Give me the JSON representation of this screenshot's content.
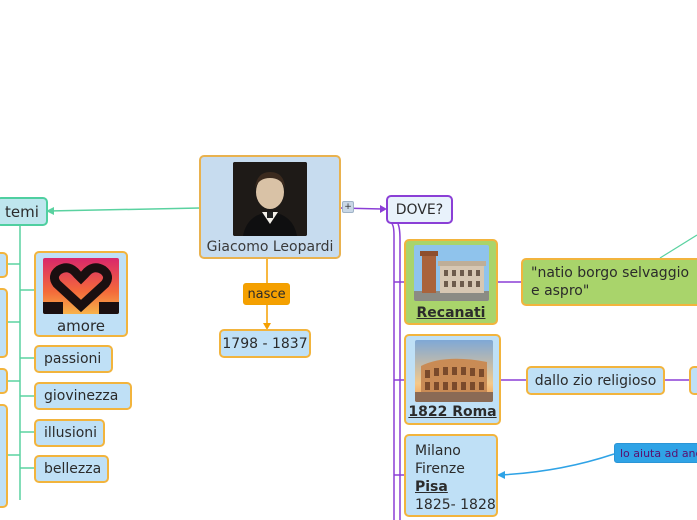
{
  "center": {
    "label": "Giacomo Leopardi"
  },
  "birth": {
    "link_label": "nasce",
    "dates": "1798 - 1837"
  },
  "temi": {
    "label": "temi",
    "items": [
      "amore",
      "passioni",
      "giovinezza",
      "illusioni",
      "bellezza"
    ]
  },
  "dove": {
    "label": "DOVE?",
    "recanati": {
      "label": "Recanati",
      "quote": "\"natio borgo selvaggio e aspro\""
    },
    "roma": {
      "label": "1822 Roma",
      "note": "dallo zio religioso"
    },
    "milano": {
      "line1": "Milano",
      "line2": "Firenze",
      "line3": "Pisa",
      "line4": "1825- 1828"
    },
    "link_label": "lo aiuta ad andare"
  },
  "collapse_marker": "+",
  "colors": {
    "green_links": "#5ad2a0",
    "purple_links": "#8b3fd6",
    "blue_links": "#2fa3e6",
    "orange_link": "#f5a000"
  }
}
